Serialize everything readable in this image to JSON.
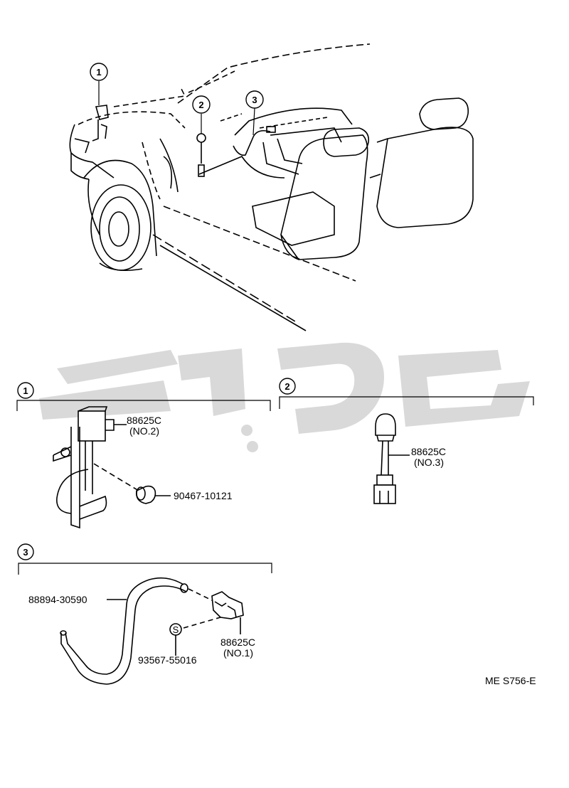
{
  "callouts": {
    "c1": "1",
    "c2": "2",
    "c3": "3"
  },
  "panel1": {
    "index": "1",
    "part_top": "88625C",
    "part_top_note": "(NO.2)",
    "bolt": "90467-10121"
  },
  "panel2": {
    "index": "2",
    "part": "88625C",
    "part_note": "(NO.3)"
  },
  "panel3": {
    "index": "3",
    "hose": "88894-30590",
    "clip": "93567-55016",
    "sensor": "88625C",
    "sensor_note": "(NO.1)",
    "clip_symbol": "S"
  },
  "ref_code": "ME S756-E",
  "colors": {
    "line": "#000000",
    "watermark": "#d9d9d9"
  }
}
